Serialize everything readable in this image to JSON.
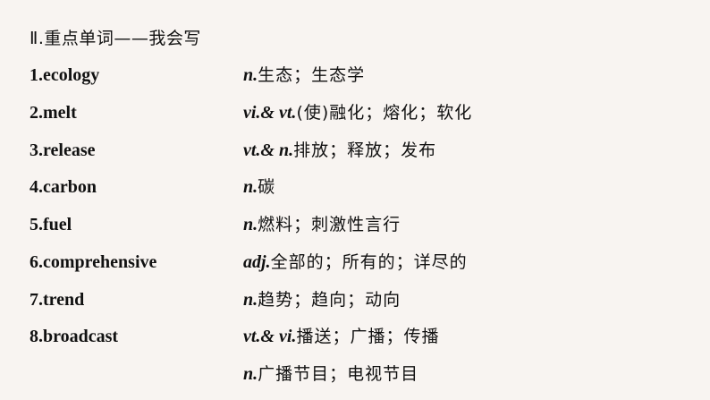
{
  "section": {
    "roman": "Ⅱ",
    "title": ".重点单词——我会写"
  },
  "colors": {
    "background": "#f8f4f1",
    "text": "#111111"
  },
  "vocabulary": [
    {
      "word": "1.ecology",
      "pos": "n.",
      "meaning": "生态；生态学"
    },
    {
      "word": "2.melt",
      "pos": "vi.& vt.",
      "meaning": "(使)融化；熔化；软化"
    },
    {
      "word": "3.release",
      "pos": "vt.& n.",
      "meaning": "排放；释放；发布"
    },
    {
      "word": "4.carbon",
      "pos": "n.",
      "meaning": "碳"
    },
    {
      "word": "5.fuel",
      "pos": "n.",
      "meaning": "燃料；刺激性言行"
    },
    {
      "word": "6.comprehensive",
      "pos": "adj.",
      "meaning": "全部的；所有的；详尽的"
    },
    {
      "word": "7.trend",
      "pos": "n.",
      "meaning": "趋势；趋向；动向"
    },
    {
      "word": "8.broadcast",
      "pos": "vt.& vi.",
      "meaning": "播送；广播；传播"
    },
    {
      "word": "",
      "pos": "n.",
      "meaning": "广播节目；电视节目"
    }
  ]
}
